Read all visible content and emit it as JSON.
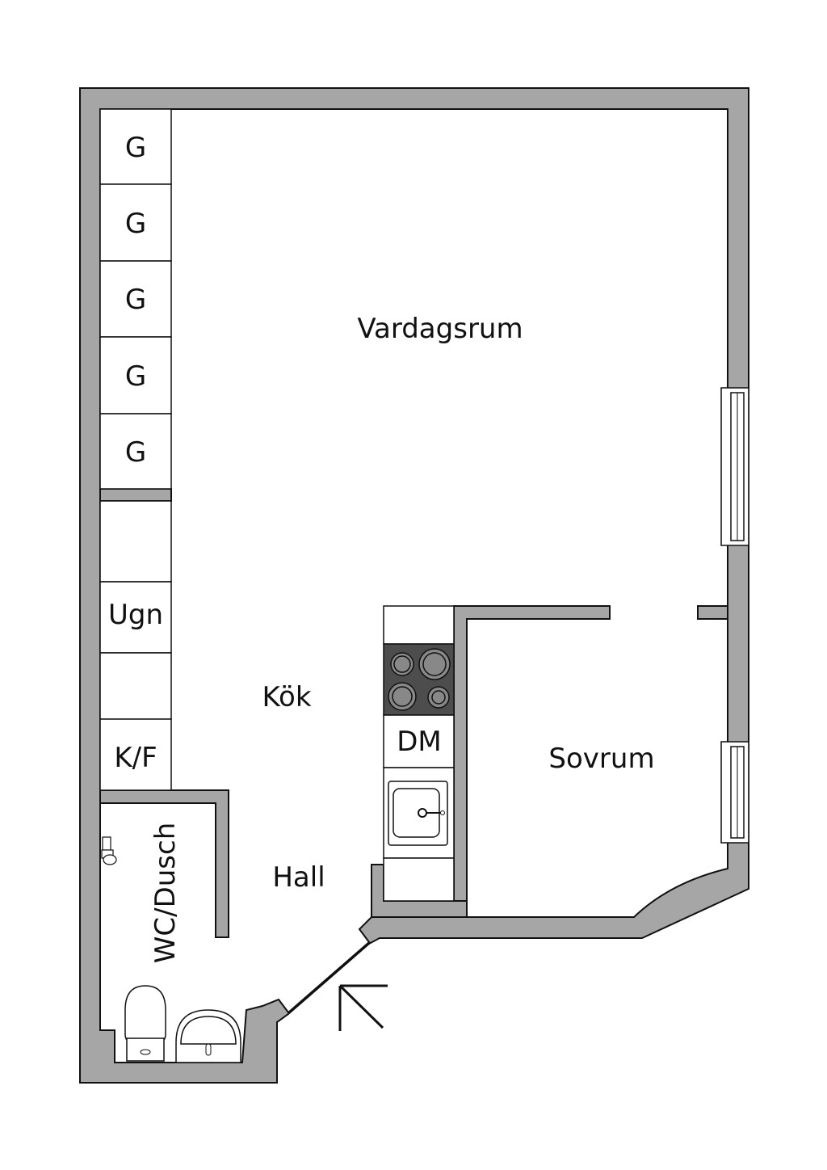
{
  "rooms": {
    "living": "Vardagsrum",
    "kitchen": "Kök",
    "bedroom": "Sovrum",
    "hall": "Hall",
    "bathroom": "WC/Dusch"
  },
  "fixtures": {
    "wardrobe": "G",
    "oven": "Ugn",
    "fridge_freezer": "K/F",
    "dishwasher": "DM"
  },
  "colors": {
    "wall": "#a6a6a6",
    "stove": "#4d4d4d"
  }
}
